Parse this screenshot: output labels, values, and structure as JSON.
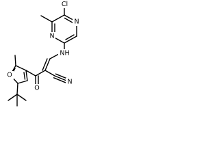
{
  "structure": {
    "atom_labels": {
      "cl": "Cl",
      "n_ring_top": "N",
      "n_ring_bottom": "N",
      "nh": "NH",
      "n_nitrile": "N",
      "o_ketone": "O",
      "o_furan": "O"
    },
    "colors": {
      "bond": "#000000",
      "label": "#000000",
      "background": "#ffffff"
    }
  }
}
